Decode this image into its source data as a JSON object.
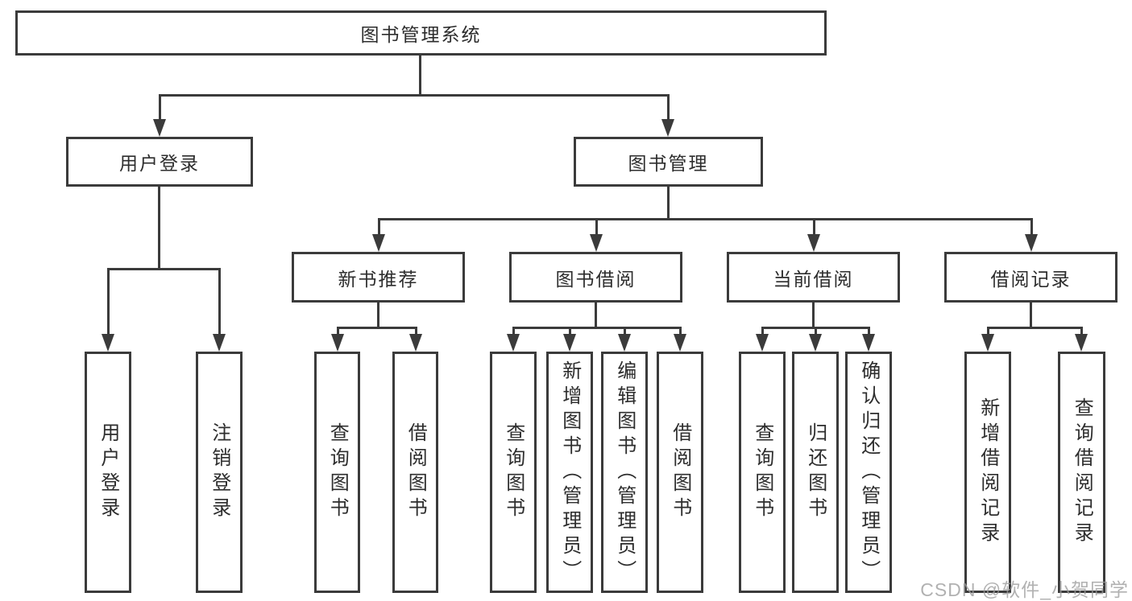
{
  "colors": {
    "line": "#3b3b3b",
    "box_border": "#3b3b3b",
    "text": "#2d2d2d",
    "background": "#ffffff",
    "watermark": "#9c9c9c"
  },
  "tree": {
    "root": {
      "label": "图书管理系统"
    },
    "children": [
      {
        "label": "用户登录",
        "leaves": [
          "用户登录",
          "注销登录"
        ]
      },
      {
        "label": "图书管理",
        "children": [
          {
            "label": "新书推荐",
            "leaves": [
              "查询图书",
              "借阅图书"
            ]
          },
          {
            "label": "图书借阅",
            "leaves": [
              "查询图书",
              "新增图书（管理员）",
              "编辑图书（管理员）",
              "借阅图书"
            ]
          },
          {
            "label": "当前借阅",
            "leaves": [
              "查询图书",
              "归还图书",
              "确认归还（管理员）"
            ]
          },
          {
            "label": "借阅记录",
            "leaves": [
              "新增借阅记录",
              "查询借阅记录"
            ]
          }
        ]
      }
    ]
  },
  "watermark": {
    "text": "CSDN @软件_小贺同学"
  }
}
